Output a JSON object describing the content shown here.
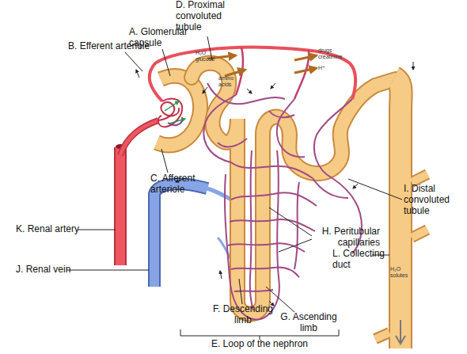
{
  "diagram": {
    "labels": [
      "D. Proximal convoluted tubule",
      "A. Glomerular capsule",
      "B. Efferent arteriole",
      "H₂O glucose",
      "amino acids",
      "drugs creatinine",
      "H⁺",
      "C. Afferent arteriole",
      "I. Distal convoluted tubule",
      "H. Peritubular capillaries",
      "K. Renal artery",
      "L. Collecting duct",
      "J. Renal vein",
      "H₂O solutes",
      "F. Descending limb",
      "G. Ascending limb",
      "E. Loop of the nephron"
    ]
  }
}
